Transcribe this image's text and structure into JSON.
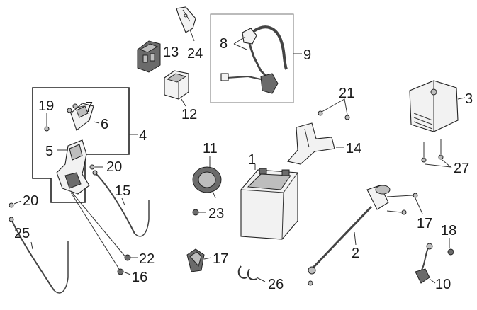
{
  "diagram": {
    "callouts": [
      {
        "id": "c1",
        "label": "1"
      },
      {
        "id": "c2",
        "label": "2"
      },
      {
        "id": "c3",
        "label": "3"
      },
      {
        "id": "c4",
        "label": "4"
      },
      {
        "id": "c5",
        "label": "5"
      },
      {
        "id": "c6",
        "label": "6"
      },
      {
        "id": "c7",
        "label": "7"
      },
      {
        "id": "c8",
        "label": "8"
      },
      {
        "id": "c9",
        "label": "9"
      },
      {
        "id": "c10",
        "label": "10"
      },
      {
        "id": "c11",
        "label": "11"
      },
      {
        "id": "c12",
        "label": "12"
      },
      {
        "id": "c13",
        "label": "13"
      },
      {
        "id": "c14",
        "label": "14"
      },
      {
        "id": "c15",
        "label": "15"
      },
      {
        "id": "c16",
        "label": "16"
      },
      {
        "id": "c17a",
        "label": "17"
      },
      {
        "id": "c17b",
        "label": "17"
      },
      {
        "id": "c18",
        "label": "18"
      },
      {
        "id": "c19",
        "label": "19"
      },
      {
        "id": "c20a",
        "label": "20"
      },
      {
        "id": "c20b",
        "label": "20"
      },
      {
        "id": "c21",
        "label": "21"
      },
      {
        "id": "c22",
        "label": "22"
      },
      {
        "id": "c23",
        "label": "23"
      },
      {
        "id": "c24",
        "label": "24"
      },
      {
        "id": "c25",
        "label": "25"
      },
      {
        "id": "c26",
        "label": "26"
      },
      {
        "id": "c27",
        "label": "27"
      }
    ]
  }
}
